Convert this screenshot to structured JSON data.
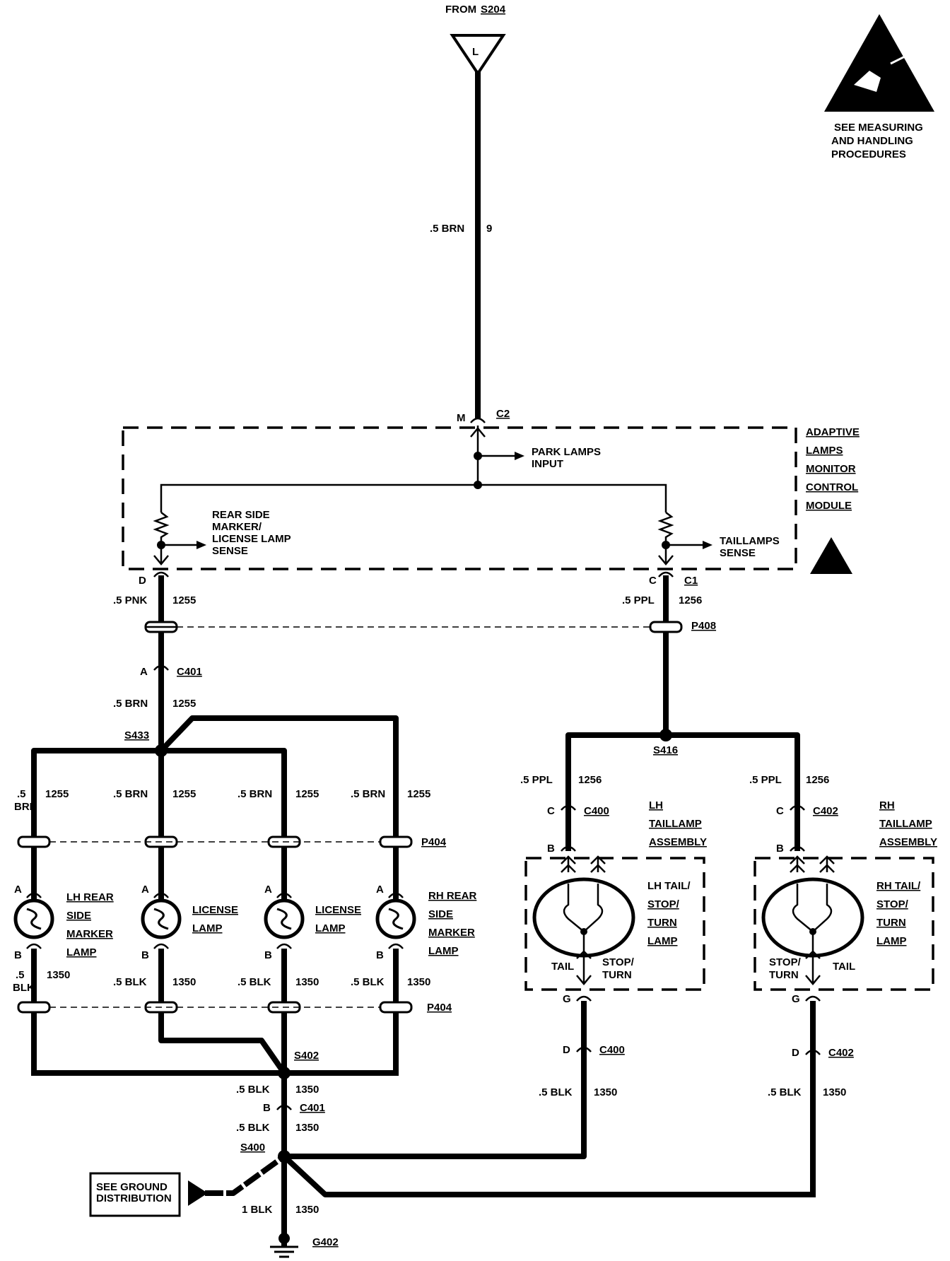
{
  "top": {
    "from_label": "FROM",
    "from_ref": "S204",
    "terminal": "L"
  },
  "esd": {
    "line1": "SEE MEASURING",
    "line2": "AND HANDLING",
    "line3": "PROCEDURES"
  },
  "feed": {
    "gauge": ".5 BRN",
    "circuit": "9"
  },
  "module": {
    "name": [
      "ADAPTIVE",
      "LAMPS",
      "MONITOR",
      "CONTROL",
      "MODULE"
    ],
    "pin_m": "M",
    "conn_c2": "C2",
    "park_input": [
      "PARK LAMPS",
      "INPUT"
    ],
    "rear_sense": [
      "REAR SIDE",
      "MARKER/",
      "LICENSE LAMP",
      "SENSE"
    ],
    "tail_sense": [
      "TAILLAMPS",
      "SENSE"
    ],
    "pin_d": "D",
    "pin_c": "C",
    "conn_c1": "C1"
  },
  "left_wire": {
    "gauge": ".5 PNK",
    "circuit": "1255",
    "pin": "A",
    "conn": "C401",
    "gauge2": ".5 BRN",
    "circuit2": "1255",
    "splice": "S433"
  },
  "right_wire": {
    "gauge": ".5 PPL",
    "circuit": "1256",
    "conn": "P408",
    "splice": "S416"
  },
  "branches": {
    "b1_gauge_a": ".5",
    "b1_gauge_b": "BRN",
    "b1_circuit": "1255",
    "b2_gauge": ".5 BRN",
    "b2_circuit": "1255",
    "b3_gauge": ".5 BRN",
    "b3_circuit": "1255",
    "b4_gauge": ".5 BRN",
    "b4_circuit": "1255",
    "p404": "P404"
  },
  "lamps": [
    {
      "pin_a": "A",
      "pin_b": "B",
      "name": [
        "LH REAR",
        "SIDE",
        "MARKER",
        "LAMP"
      ]
    },
    {
      "pin_a": "A",
      "pin_b": "B",
      "name": [
        "LICENSE",
        "LAMP"
      ]
    },
    {
      "pin_a": "A",
      "pin_b": "B",
      "name": [
        "LICENSE",
        "LAMP"
      ]
    },
    {
      "pin_a": "A",
      "pin_b": "B",
      "name": [
        "RH REAR",
        "SIDE",
        "MARKER",
        "LAMP"
      ]
    }
  ],
  "ground_branches": {
    "g1_gauge_a": ".5",
    "g1_gauge_b": "BLK",
    "g1_circuit": "1350",
    "g2_gauge": ".5 BLK",
    "g2_circuit": "1350",
    "g3_gauge": ".5 BLK",
    "g3_circuit": "1350",
    "g4_gauge": ".5 BLK",
    "g4_circuit": "1350",
    "p404": "P404",
    "splice": "S402"
  },
  "lower_left": {
    "gauge1": ".5 BLK",
    "circuit1": "1350",
    "pin": "B",
    "conn": "C401",
    "gauge2": ".5 BLK",
    "circuit2": "1350",
    "splice": "S400",
    "ground_box": [
      "SEE GROUND",
      "DISTRIBUTION"
    ],
    "gauge3": "1 BLK",
    "circuit3": "1350",
    "ground": "G402"
  },
  "lh_tail": {
    "gauge": ".5 PPL",
    "circuit": "1256",
    "pin_c": "C",
    "conn": "C400",
    "pin_b": "B",
    "assembly": [
      "LH",
      "TAILLAMP",
      "ASSEMBLY"
    ],
    "lamp": [
      "LH TAIL/",
      "STOP/",
      "TURN",
      "LAMP"
    ],
    "tail": "TAIL",
    "stop_turn": [
      "STOP/",
      "TURN"
    ],
    "pin_g": "G",
    "pin_d": "D",
    "conn2": "C400",
    "gauge2": ".5 BLK",
    "circuit2": "1350"
  },
  "rh_tail": {
    "gauge": ".5 PPL",
    "circuit": "1256",
    "pin_c": "C",
    "conn": "C402",
    "pin_b": "B",
    "assembly": [
      "RH",
      "TAILLAMP",
      "ASSEMBLY"
    ],
    "lamp": [
      "RH TAIL/",
      "STOP/",
      "TURN",
      "LAMP"
    ],
    "tail": "TAIL",
    "stop_turn": [
      "STOP/",
      "TURN"
    ],
    "pin_g": "G",
    "pin_d": "D",
    "conn2": "C402",
    "gauge2": ".5 BLK",
    "circuit2": "1350"
  }
}
